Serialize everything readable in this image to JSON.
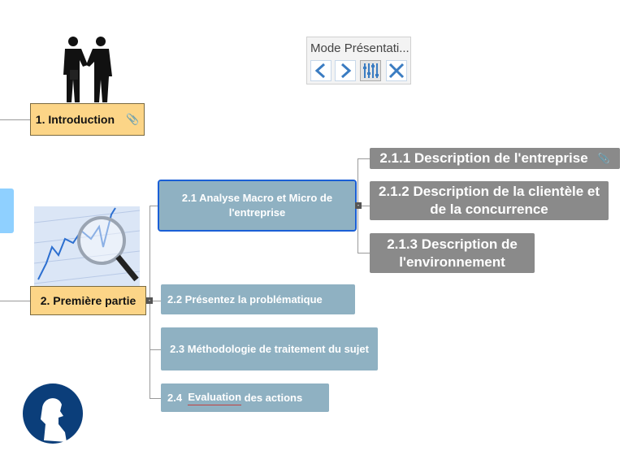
{
  "toolbar": {
    "title": "Mode Présentati...",
    "buttons": [
      "previous",
      "next",
      "settings",
      "close"
    ]
  },
  "topics": {
    "intro": "1.  Introduction",
    "part1": "2.  Première partie",
    "t21": "2.1   Analyse Macro et Micro de l'entreprise",
    "t22": "2.2  Présentez la problématique",
    "t23": "2.3   Méthodologie de traitement du sujet",
    "t24_num": "2.4",
    "t24_word": "Evaluation",
    "t24_rest": " des actions",
    "t211": "2.1.1  Description de l'entreprise",
    "t212": "2.1.2   Description de la clientèle et de la concurrence",
    "t213": "2.1.3    Description de l'environnement"
  },
  "colors": {
    "main": "#fcd587",
    "sub": "#8fb1c2",
    "subsub": "#8a8a8a",
    "selected": "#1a5fd6",
    "accent": "#3a7cc2"
  }
}
